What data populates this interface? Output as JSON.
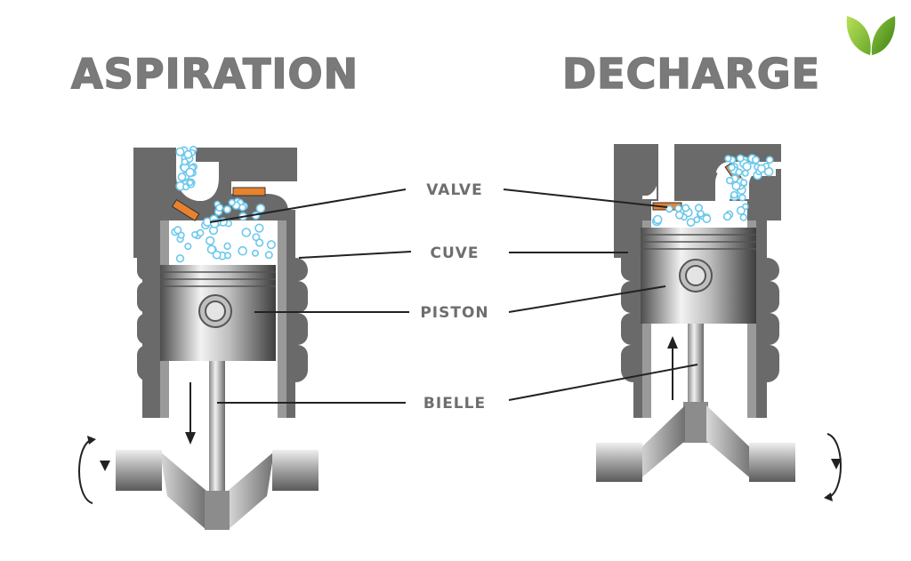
{
  "titles": {
    "left": "ASPIRATION",
    "right": "DECHARGE"
  },
  "labels": {
    "valve": "VALVE",
    "cuve": "CUVE",
    "piston": "PISTON",
    "bielle": "BIELLE"
  },
  "colors": {
    "body_dark": "#6a6a6a",
    "body_light": "#c4c4c4",
    "valve": "#e8822e",
    "fluid": "#6cc8ec",
    "leaf_light": "#9ccf3c",
    "leaf_dark": "#5f9e22",
    "title": "#7a7a7a"
  },
  "icons": {
    "logo": "leaf-logo-icon",
    "down_arrow": "arrow-down-icon",
    "up_arrow": "arrow-up-icon",
    "rotation_left": "rotate-ccw-icon",
    "rotation_right": "rotate-cw-icon"
  }
}
